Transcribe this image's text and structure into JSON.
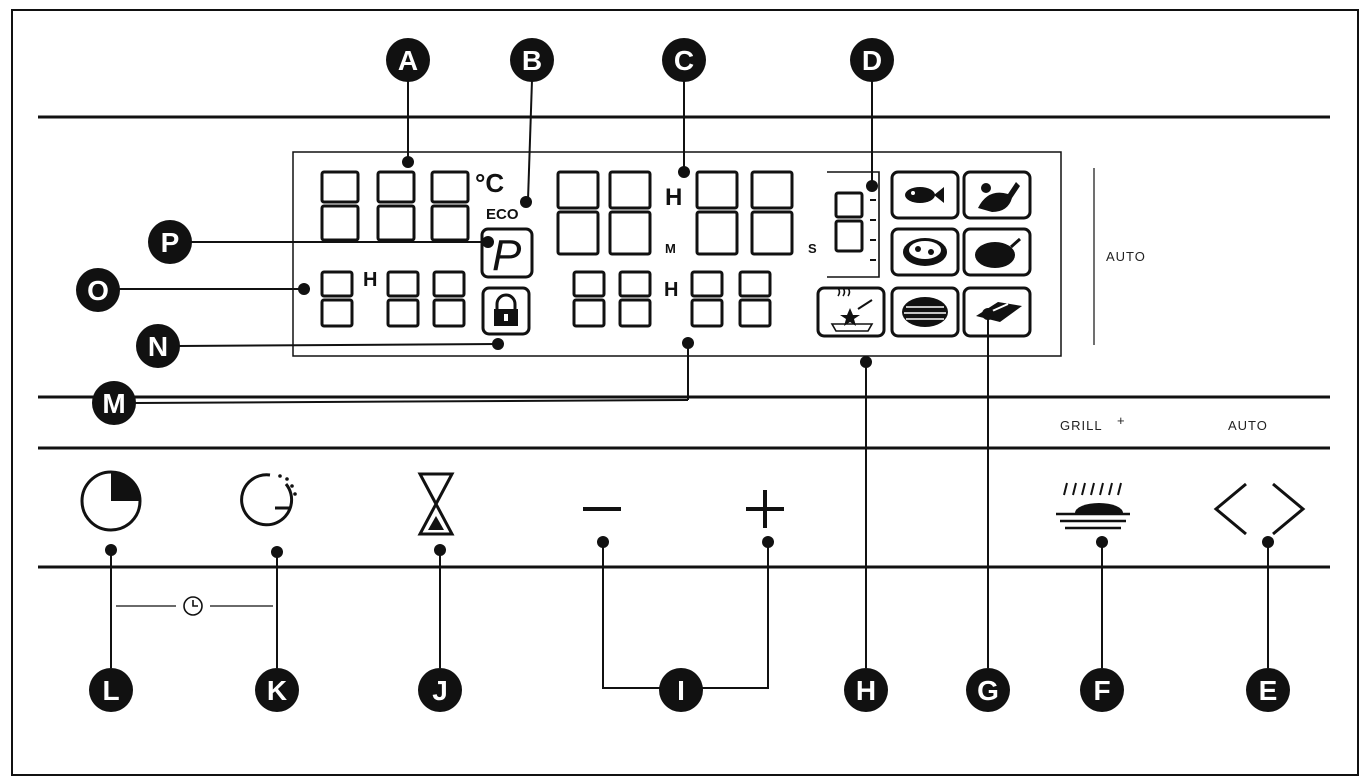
{
  "labels": {
    "A": "A",
    "B": "B",
    "C": "C",
    "D": "D",
    "E": "E",
    "F": "F",
    "G": "G",
    "H": "H",
    "I": "I",
    "J": "J",
    "K": "K",
    "L": "L",
    "M": "M",
    "N": "N",
    "O": "O",
    "P": "P"
  },
  "display": {
    "temp_unit": "°C",
    "eco": "ECO",
    "program_symbol": "P",
    "hours": "H",
    "minutes": "M",
    "seconds": "S",
    "auto": "AUTO"
  },
  "buttons": {
    "grill_plus": "GRILL",
    "grill_plus_sign": "+",
    "auto": "AUTO",
    "minus": "−",
    "plus": "+"
  },
  "icons": [
    "clock-start-icon",
    "timer-icon",
    "hourglass-icon",
    "minus-icon",
    "plus-icon",
    "grill-plus-icon",
    "auto-arrows-icon",
    "fish-icon",
    "poultry-icon",
    "pizza-icon",
    "roast-icon",
    "cake-icon",
    "pie-icon",
    "lasagne-icon",
    "lock-icon",
    "clock-icon"
  ]
}
